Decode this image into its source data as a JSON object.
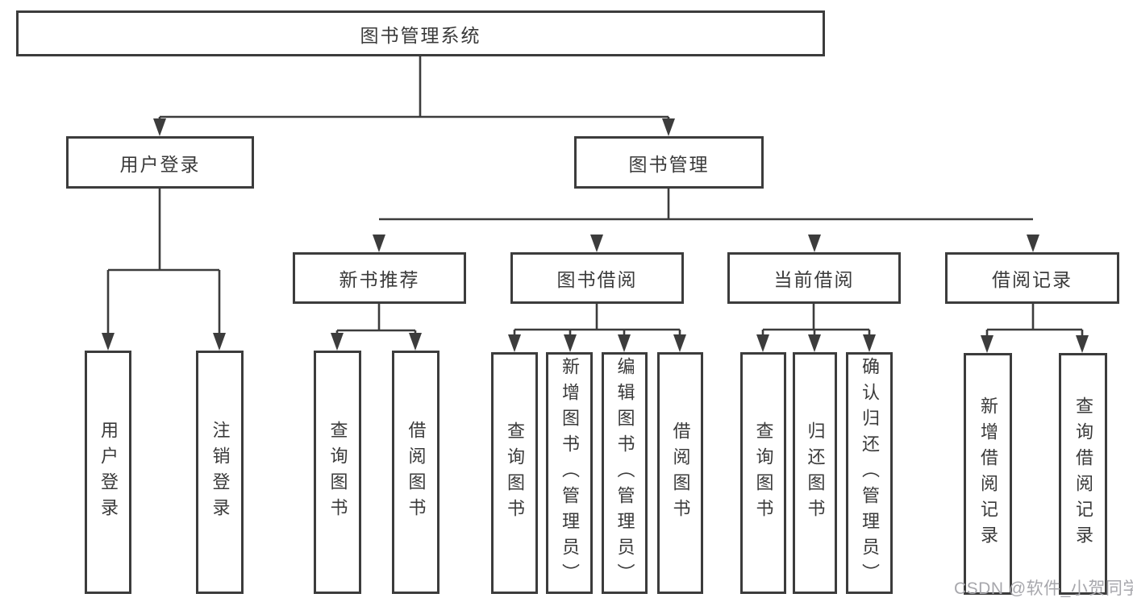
{
  "diagram": {
    "watermark": "CSDN @软件_小贺同学",
    "colors": {
      "line": "#3c3c3c",
      "text": "#3a3a3a",
      "box_background": "#ffffff",
      "watermark_text": "#a7a7ac"
    },
    "tree": {
      "label": "图书管理系统",
      "children": [
        {
          "label": "用户登录",
          "children": [
            {
              "label": "用户登录"
            },
            {
              "label": "注销登录"
            }
          ]
        },
        {
          "label": "图书管理",
          "children": [
            {
              "label": "新书推荐",
              "children": [
                {
                  "label": "查询图书"
                },
                {
                  "label": "借阅图书"
                }
              ]
            },
            {
              "label": "图书借阅",
              "children": [
                {
                  "label": "查询图书"
                },
                {
                  "label": "新增图书（管理员）"
                },
                {
                  "label": "编辑图书（管理员）"
                },
                {
                  "label": "借阅图书"
                }
              ]
            },
            {
              "label": "当前借阅",
              "children": [
                {
                  "label": "查询图书"
                },
                {
                  "label": "归还图书"
                },
                {
                  "label": "确认归还（管理员）"
                }
              ]
            },
            {
              "label": "借阅记录",
              "children": [
                {
                  "label": "新增借阅记录"
                },
                {
                  "label": "查询借阅记录"
                }
              ]
            }
          ]
        }
      ]
    }
  }
}
